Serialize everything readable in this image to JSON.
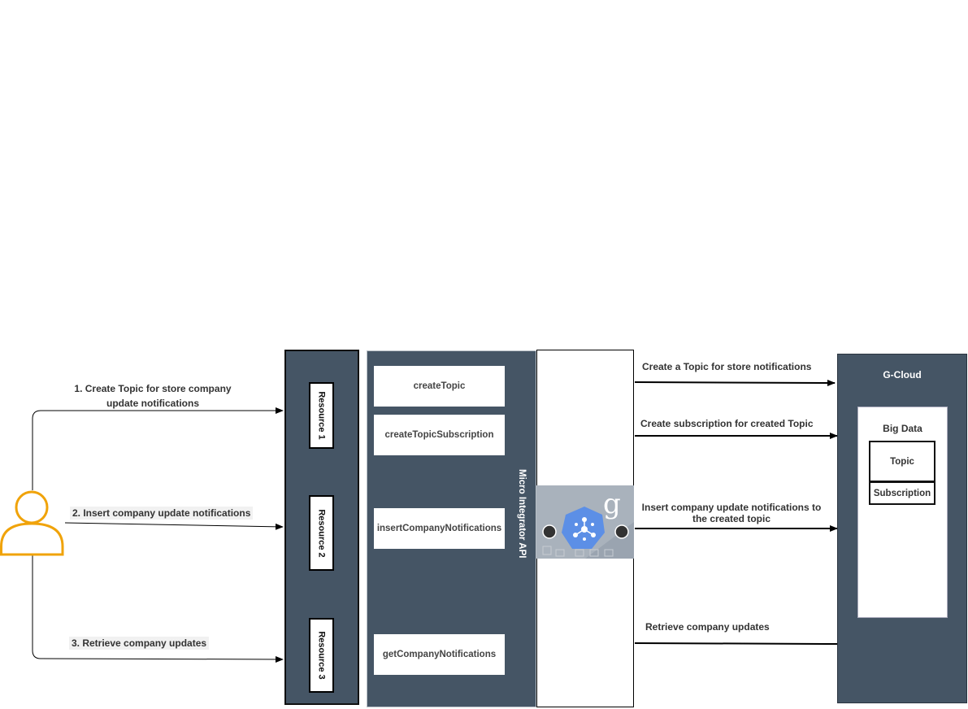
{
  "user_actions": {
    "step1": [
      "1. Create Topic for store company",
      "update notifications"
    ],
    "step2": "2. Insert company update notifications",
    "step3": "3. Retrieve company updates"
  },
  "resources": [
    "Resource 1",
    "Resource 2",
    "Resource 3"
  ],
  "operations": [
    "createTopic",
    "createTopicSubscription",
    "insertCompanyNotifications",
    "getCompanyNotifications"
  ],
  "micro_integrator_label": "Micro Integrator API",
  "connector_icon": "google-pubsub-icon",
  "right_labels": {
    "create_topic": "Create a Topic for store notifications",
    "create_subscription": "Create subscription for created Topic",
    "insert": [
      "Insert company update notifications to",
      "the created topic"
    ],
    "retrieve": "Retrieve company updates"
  },
  "gcloud": {
    "title": "G-Cloud",
    "bigdata_title": "Big Data",
    "topic": "Topic",
    "subscription": "Subscription"
  },
  "colors": {
    "panel": "#455565",
    "user_icon": "#f0a30a",
    "pubsub_blue": "#5c8fe6"
  }
}
